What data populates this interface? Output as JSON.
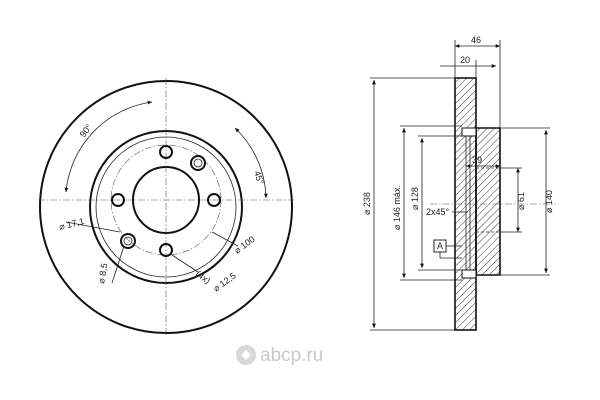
{
  "front_view": {
    "label_angle_90": "90°",
    "label_angle_45": "45°",
    "label_hole_diameter": "⌀ 17,1",
    "label_small_hole": "⌀ 8,5",
    "label_bolt_circle": "⌀ 100",
    "label_holes_count": "(4x)",
    "label_hole_size": "⌀ 12,5"
  },
  "section_view": {
    "label_overall_height": "46",
    "label_disc_thickness": "20",
    "label_outer_diameter": "⌀ 238",
    "label_max_diameter": "⌀ 146 máx.",
    "label_hub_diameter": "⌀ 128",
    "label_depth": "39",
    "label_chamfer": "2x45°",
    "label_center_bore": "⌀ 61",
    "label_hat_diameter": "⌀ 140",
    "label_datum": "A"
  },
  "watermark": {
    "text": "abcp.ru",
    "logo_icon": "exist-logo-icon"
  }
}
